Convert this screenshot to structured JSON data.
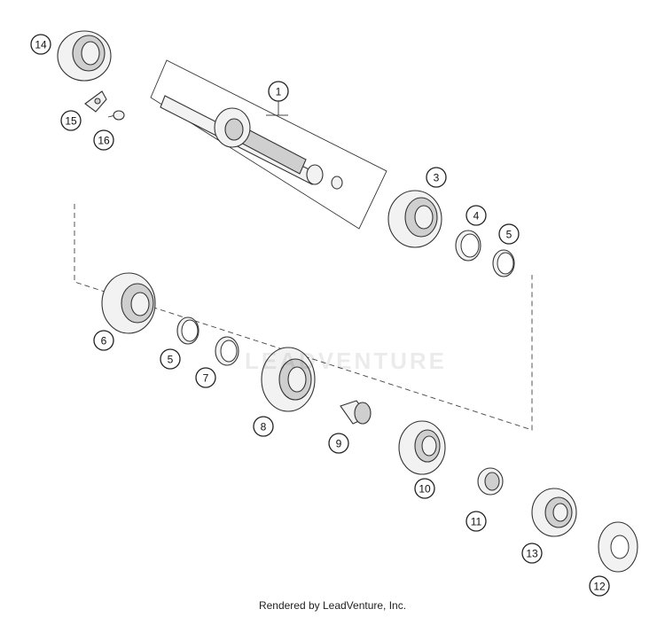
{
  "callouts": [
    {
      "num": "1"
    },
    {
      "num": "3"
    },
    {
      "num": "4"
    },
    {
      "num": "5"
    },
    {
      "num": "5"
    },
    {
      "num": "6"
    },
    {
      "num": "7"
    },
    {
      "num": "8"
    },
    {
      "num": "9"
    },
    {
      "num": "10"
    },
    {
      "num": "11"
    },
    {
      "num": "12"
    },
    {
      "num": "13"
    },
    {
      "num": "14"
    },
    {
      "num": "15"
    },
    {
      "num": "16"
    }
  ],
  "watermark": "LEADVENTURE",
  "footer": "Rendered by LeadVenture, Inc."
}
